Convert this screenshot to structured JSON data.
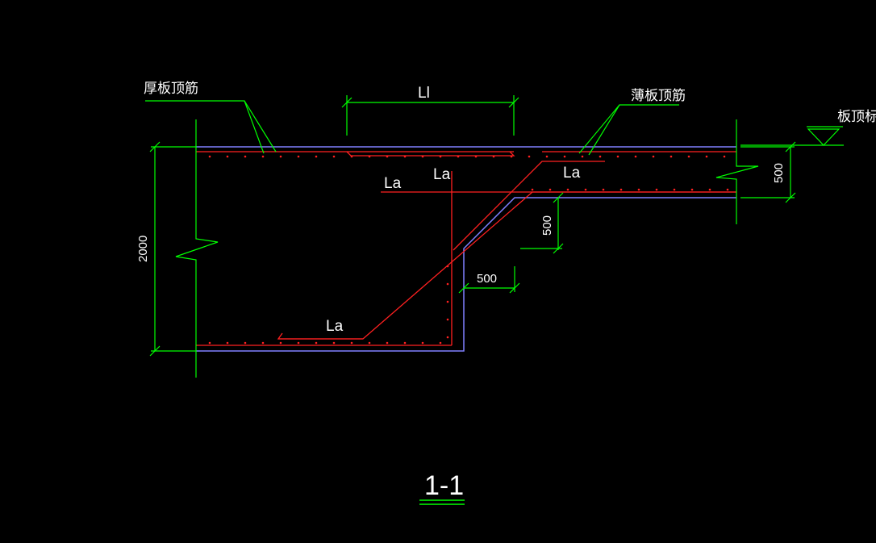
{
  "labels": {
    "thick_slab_top_rebar": "厚板顶筋",
    "thin_slab_top_rebar": "薄板顶筋",
    "slab_top_elevation": "板顶标高",
    "lap_length": "Ll",
    "anchor_1": "La",
    "anchor_2": "La",
    "anchor_3": "La",
    "anchor_4": "La",
    "section_title": "1-1"
  },
  "dimensions": {
    "total_depth": "2000",
    "thin_slab_thickness": "500",
    "step_vertical": "500",
    "step_horizontal": "500"
  },
  "colors": {
    "background": "#000000",
    "dimension": "#00ff00",
    "rebar": "#ff2020",
    "concrete_outline": "#8080ff",
    "text": "#ffffff"
  }
}
